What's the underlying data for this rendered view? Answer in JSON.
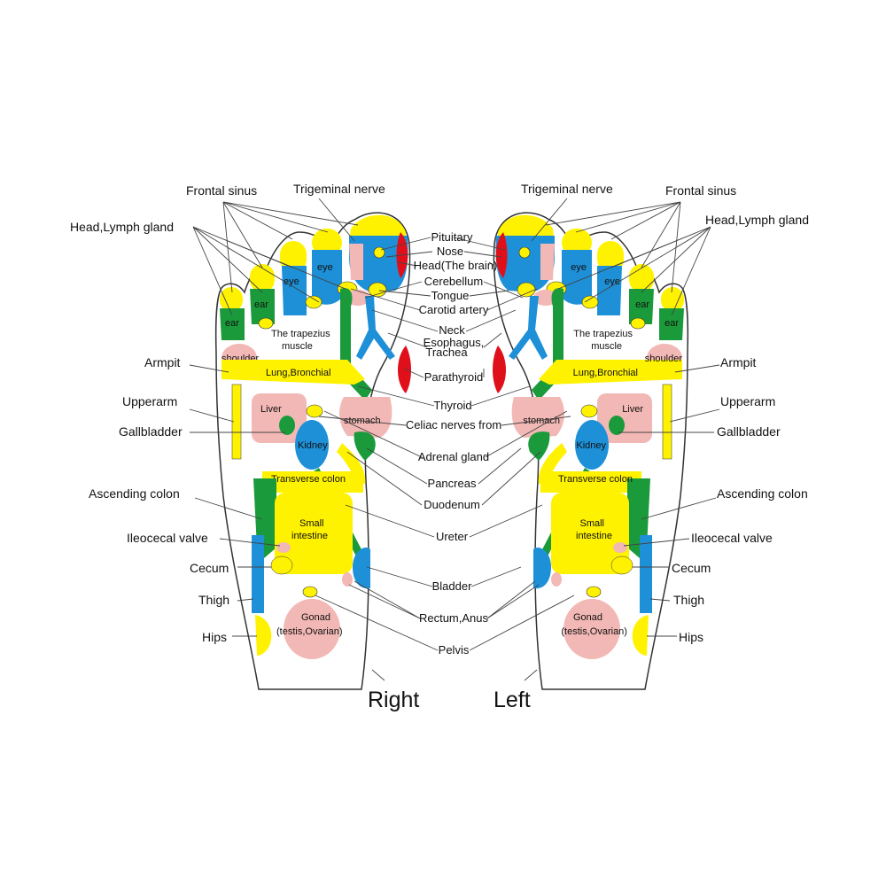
{
  "colors": {
    "yellow": "#fff200",
    "blue": "#1e90d8",
    "green": "#1a9a3a",
    "pink": "#f2b8b5",
    "red": "#e0101a",
    "outline": "#333333"
  },
  "titles": {
    "right": "Right",
    "left": "Left"
  },
  "outer_labels": {
    "frontal_sinus": "Frontal sinus",
    "head_lymph": "Head,Lymph gland",
    "trigeminal": "Trigeminal nerve",
    "armpit": "Armpit",
    "upperarm": "Upperarm",
    "gallbladder": "Gallbladder",
    "ascending_colon": "Ascending colon",
    "ileocecal_valve": "Ileocecal valve",
    "cecum": "Cecum",
    "thigh": "Thigh",
    "hips": "Hips"
  },
  "center_labels": {
    "pituitary": "Pituitary",
    "nose": "Nose",
    "head_brain": "Head(The brain)",
    "cerebellum": "Cerebellum",
    "tongue": "Tongue",
    "carotid": "Carotid artery",
    "neck": "Neck",
    "esophagus": "Esophagus,",
    "trachea": "Trachea",
    "parathyroid": "Parathyroid",
    "thyroid": "Thyroid",
    "celiac": "Celiac nerves from",
    "adrenal": "Adrenal gland",
    "pancreas": "Pancreas",
    "duodenum": "Duodenum",
    "ureter": "Ureter",
    "bladder": "Bladder",
    "rectum": "Rectum,Anus",
    "pelvis": "Pelvis"
  },
  "inner_labels": {
    "eye": "eye",
    "ear": "ear",
    "trapezius_1": "The trapezius",
    "trapezius_2": "muscle",
    "shoulder": "shoulder",
    "lung": "Lung,Bronchial",
    "liver": "Liver",
    "stomach": "stomach",
    "kidney": "Kidney",
    "transverse": "Transverse colon",
    "small_1": "Small",
    "small_2": "intestine",
    "gonad_1": "Gonad",
    "gonad_2": "(testis,Ovarian)"
  }
}
